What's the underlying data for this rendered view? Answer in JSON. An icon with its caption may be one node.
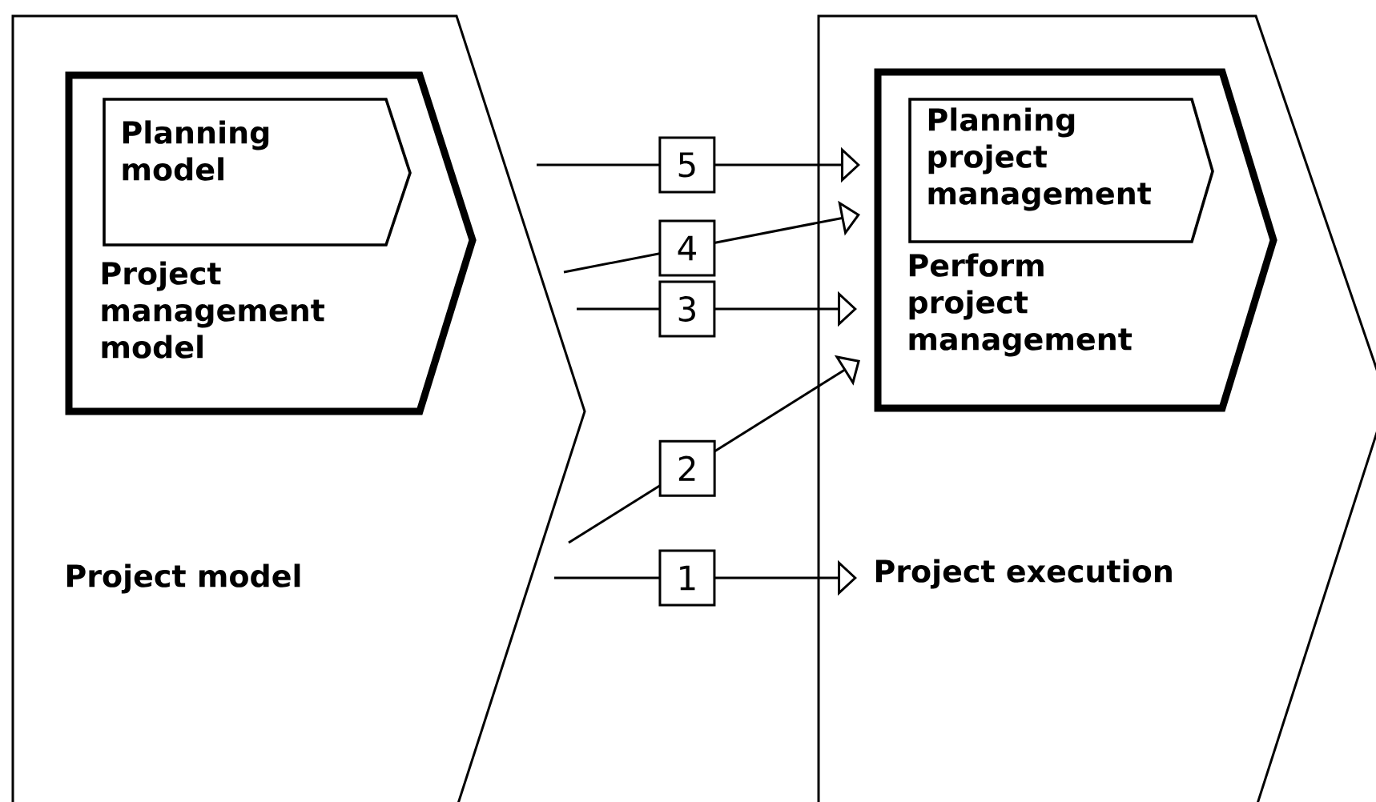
{
  "diagram": {
    "nodes": [
      {
        "text": [
          "Project model"
        ]
      },
      {
        "text": [
          "Project management model"
        ],
        "in": 0
      },
      {
        "text": [
          "Planning model"
        ],
        "in": 1
      },
      {
        "text": [
          "Project execution"
        ]
      },
      {
        "text": [
          "Perform project management"
        ],
        "in": 3
      },
      {
        "text": [
          "Planning project management"
        ],
        "in": 4
      }
    ],
    "edges": [
      {
        "from": null,
        "to": 3,
        "arrow": "to",
        "label": "1"
      },
      {
        "from": null,
        "to": 4,
        "arrow": "to",
        "label": "2"
      },
      {
        "from": null,
        "to": 4,
        "arrow": "to",
        "label": "3"
      },
      {
        "from": null,
        "to": 5,
        "arrow": "to",
        "label": "4"
      },
      {
        "from": null,
        "to": 5,
        "arrow": "to",
        "label": "5"
      }
    ]
  }
}
